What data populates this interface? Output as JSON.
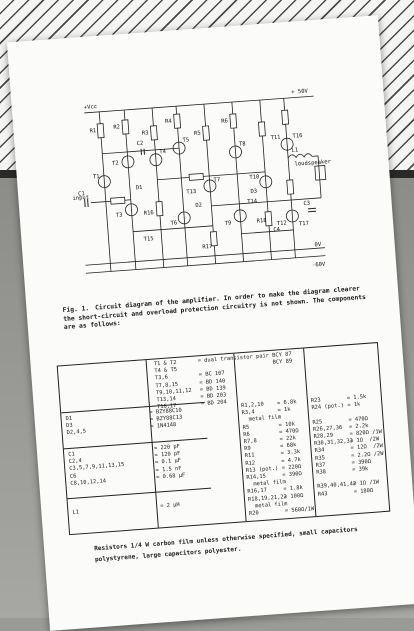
{
  "caption": {
    "fig_label": "Fig. 1.",
    "text": "Circuit diagram of the amplifier. In order to make the diagram clearer the short-circuit and overload protection circuitry is not shown. The components are as follows:"
  },
  "circuit_labels": {
    "vplus": "+Vcc",
    "v2": "+ 50V",
    "input": "input",
    "gnd": "0V",
    "minus": "-60V",
    "loudspeaker": "loudspeaker",
    "l1": "L1",
    "r1": "R1",
    "r2": "R2",
    "r3": "R3",
    "r4": "R4",
    "r5": "R5",
    "r6": "R6",
    "c1": "C1",
    "c2": "C2",
    "c3": "C3",
    "c4": "C4",
    "t1": "T1",
    "t2": "T2",
    "t3": "T3",
    "t4": "T4",
    "t5": "T5",
    "t6": "T6",
    "t7": "T7",
    "t8": "T8",
    "t9": "T9",
    "t10": "T10",
    "t11": "T11",
    "t12": "T12",
    "t13": "T13",
    "t14": "T14",
    "t15": "T15",
    "t16": "T16",
    "t17": "T17",
    "d1": "D1",
    "d2": "D2",
    "d3": "D3",
    "r16": "R16",
    "r17": "R17",
    "r18": "R18"
  },
  "table": {
    "transistors_left": "T1 & T2\nT4 & T5\nT3,6\nT7,8,15\nT9,10,11,12\nT13,14\nT16,17",
    "transistors_right": "= dual transistor pair BCY 87\n                       BCY 89\n= BC 107\n= BD 140\n= BD 139\n= BD 203\n= BD 204",
    "diodes_left": "D1\nD3\nD2,4,5",
    "diodes_right": "= BZY88C10\n= BZY88C13\n= 1N4148",
    "caps_left": "C1\nC2,4\nC3,5,7,9,11,13,15\nC6\nC8,10,12,14",
    "caps_right": "= 220 pF\n= 120 pF\n= 0.1 µF\n= 1.5 nF\n= 0.68 µF",
    "res_mid_left": "R1,2,10\nR3,4\n  metal film\nR5\nR6\nR7,8\nR9\nR11\nR12\nR13 (pot.)\nR14,15\n  metal film\nR16,17\nR18,19,21,22\n  metal film\nR20",
    "res_mid_right": "= 6.8k\n= 1k\n\n= 10k\n= 470Ω\n= 22k\n= 68k\n= 3.3k\n= 4.7k\n= 220Ω\n= 390Ω\n\n= 1.8k\n= 100Ω\n\n= 560Ω/1W",
    "res_right_left": "R23\nR24 (pot.)\n\nR25\nR26,27,36\nR28,29\nR30,31,32,33\nR34\nR35\nR37\nR38\n\nR39,40,41,42\nR43",
    "res_right_right": "= 1.5k\n= 1k\n\n= 470Ω\n= 2.2k\n= 820Ω /1W\n= 1Ω  /2W\n= 12Ω  /2W\n= 2.2Ω /2W\n= 390Ω\n= 39k\n\n= 1Ω /1W\n= 180Ω",
    "inductor_left": "L1",
    "inductor_right": "= 2 µH"
  },
  "footnote": {
    "text": "Resistors 1/4 W carbon film unless otherwise specified, small capacitors polystyrene, large capacitors polyester."
  }
}
